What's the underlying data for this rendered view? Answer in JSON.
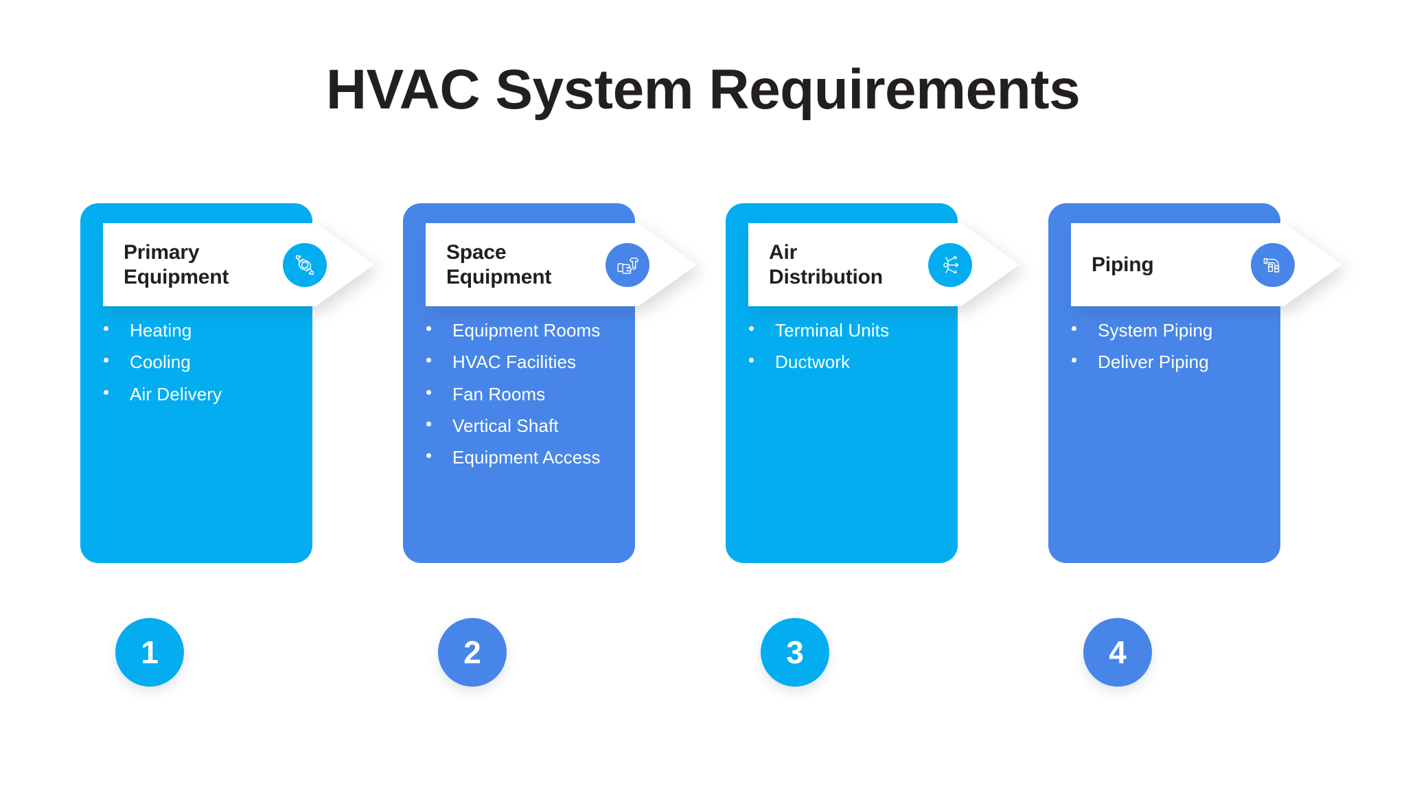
{
  "title": "HVAC System Requirements",
  "theme": {
    "background": "#ffffff",
    "title_color": "#231f20",
    "cyan": "#03ADEF",
    "royal_blue": "#4785E8",
    "banner_bg": "#ffffff",
    "bullet_text_color": "#ffffff"
  },
  "columns": [
    {
      "number": "1",
      "title": "Primary Equipment",
      "color": "#03ADEF",
      "icon": "wrench-gear-icon",
      "bullets": [
        "Heating",
        "Cooling",
        "Air Delivery"
      ]
    },
    {
      "number": "2",
      "title": "Space Equipment",
      "color": "#4785E8",
      "icon": "hand-wrench-icon",
      "bullets": [
        "Equipment Rooms",
        "HVAC Facilities",
        "Fan Rooms",
        "Vertical Shaft",
        "Equipment Access"
      ]
    },
    {
      "number": "3",
      "title": "Air Distribution",
      "color": "#03ADEF",
      "icon": "air-distribution-icon",
      "bullets": [
        "Terminal Units",
        "Ductwork"
      ]
    },
    {
      "number": "4",
      "title": "Piping",
      "color": "#4785E8",
      "icon": "pipe-elbow-icon",
      "bullets": [
        "System Piping",
        "Deliver Piping"
      ]
    }
  ]
}
